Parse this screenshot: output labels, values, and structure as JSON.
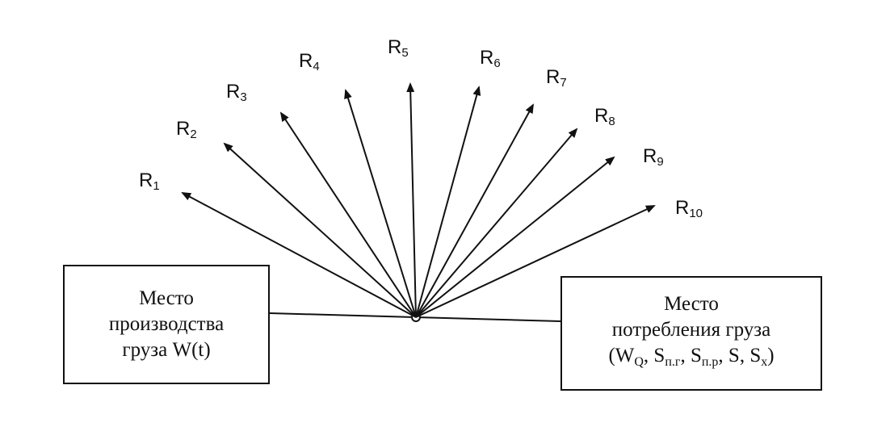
{
  "routes": [
    {
      "letter": "R",
      "index": "1"
    },
    {
      "letter": "R",
      "index": "2"
    },
    {
      "letter": "R",
      "index": "3"
    },
    {
      "letter": "R",
      "index": "4"
    },
    {
      "letter": "R",
      "index": "5"
    },
    {
      "letter": "R",
      "index": "6"
    },
    {
      "letter": "R",
      "index": "7"
    },
    {
      "letter": "R",
      "index": "8"
    },
    {
      "letter": "R",
      "index": "9"
    },
    {
      "letter": "R",
      "index": "10"
    }
  ],
  "production": {
    "line1": "Место",
    "line2": "производства",
    "line3": "груза W(t)"
  },
  "consumption": {
    "line1": "Место",
    "line2": "потребления груза",
    "formula": {
      "open": "(W",
      "w_sub": "Q",
      "sep1": ", S",
      "s1_sub": "п.г",
      "sep2": ", S",
      "s2_sub": "п.р",
      "sep3": ", S, S",
      "s3_sub": "x",
      "close": ")"
    }
  },
  "colors": {
    "ink": "#111111",
    "background": "#ffffff"
  }
}
